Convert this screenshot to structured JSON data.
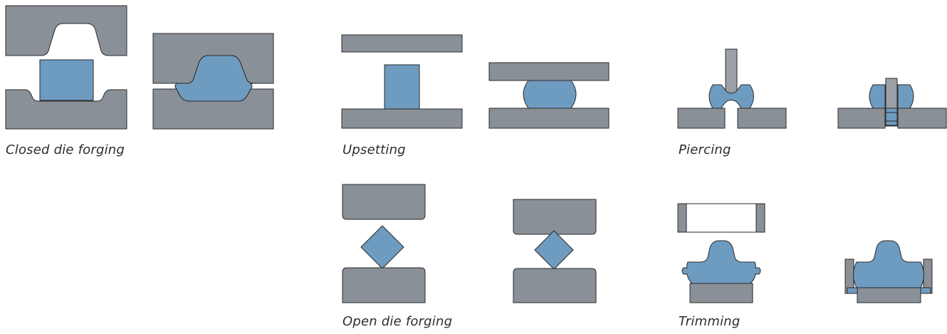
{
  "captions": {
    "closed_die": "Closed die forging",
    "upsetting": "Upsetting",
    "piercing": "Piercing",
    "open_die": "Open die forging",
    "trimming": "Trimming"
  },
  "colors": {
    "die": "#8a9097",
    "workpiece": "#6e9bc0",
    "outline": "#2a2a2a",
    "caption": "#2d2d2d"
  }
}
